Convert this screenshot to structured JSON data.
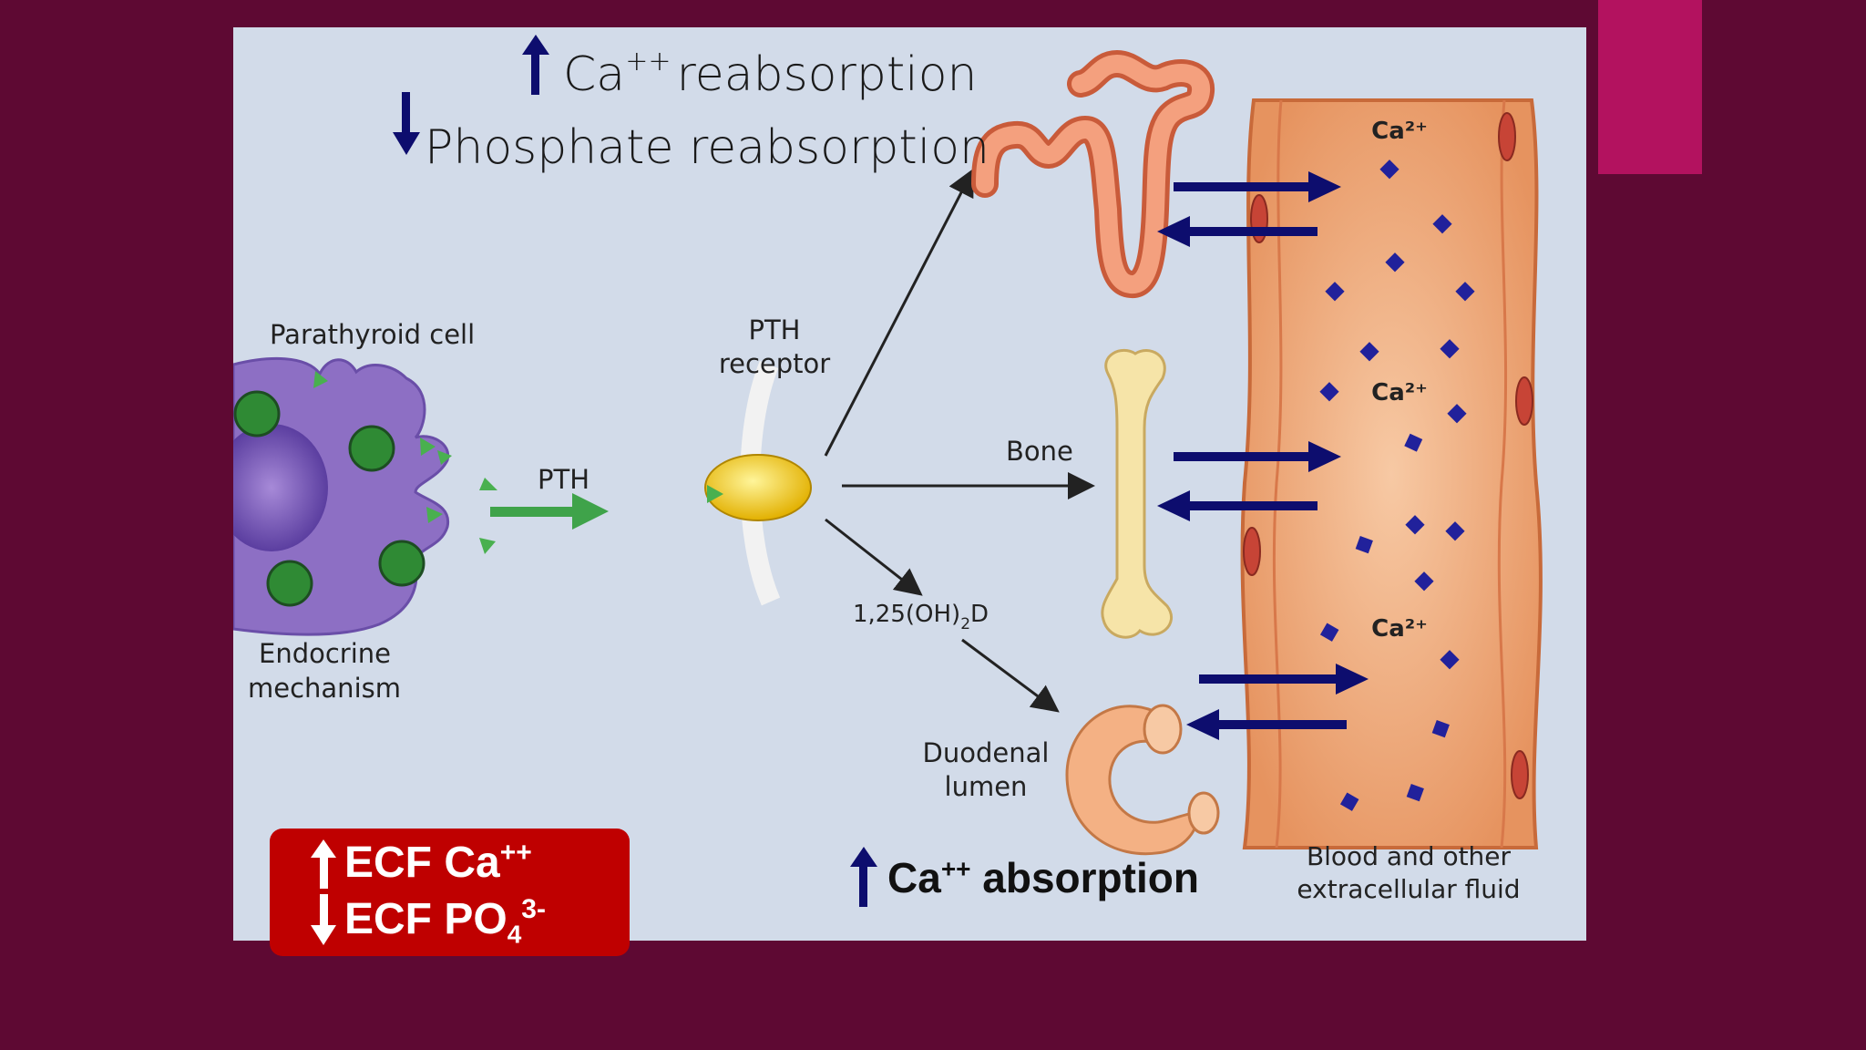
{
  "top_labels": {
    "ca_reabsorption_base": "Ca",
    "ca_reabsorption_sup": "++",
    "ca_reabsorption_rest": "reabsorption",
    "phosphate_reabsorption": "Phosphate reabsorption"
  },
  "diagram_labels": {
    "parathyroid_cell": "Parathyroid cell",
    "endocrine_line1": "Endocrine",
    "endocrine_line2": "mechanism",
    "pth": "PTH",
    "pth_receptor_line1": "PTH",
    "pth_receptor_line2": "receptor",
    "bone": "Bone",
    "vitamin_d_prefix": "1,25(OH)",
    "vitamin_d_sub": "2",
    "vitamin_d_suffix": "D",
    "duodenal_line1": "Duodenal",
    "duodenal_line2": "lumen",
    "ca_ion_1": "Ca²⁺",
    "ca_ion_2": "Ca²⁺",
    "ca_ion_3": "Ca²⁺",
    "blood_line1": "Blood and other",
    "blood_line2": "extracellular fluid"
  },
  "summary_box": {
    "ecf_ca_base": "ECF Ca",
    "ecf_ca_sup": "++",
    "ecf_po_base": "ECF PO",
    "ecf_po_sub": "4",
    "ecf_po_sup": "3-"
  },
  "absorption": {
    "base": "Ca",
    "sup": "++",
    "rest": " absorption"
  },
  "colors": {
    "background": "#5e0933",
    "accent": "#b3125f",
    "panel": "#d2dbe9",
    "navy_arrow": "#0d0d6e",
    "red_box": "#bf0000",
    "cell_purple": "#8d6fc4",
    "pth_green": "#3fa34a"
  }
}
